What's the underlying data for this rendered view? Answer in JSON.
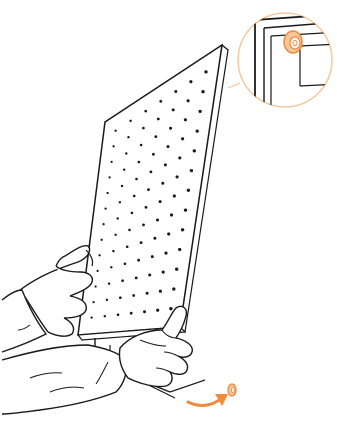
{
  "colors": {
    "line": "#1a1a1a",
    "accent": "#f08a3c",
    "accent_light": "#f6c79d",
    "fill": "#ffffff"
  },
  "illustration": {
    "subject": "pegboard-panel-removal",
    "detail_callout": "washer-spacer-closeup",
    "direction_arrow": "remove-washer-arrow"
  }
}
